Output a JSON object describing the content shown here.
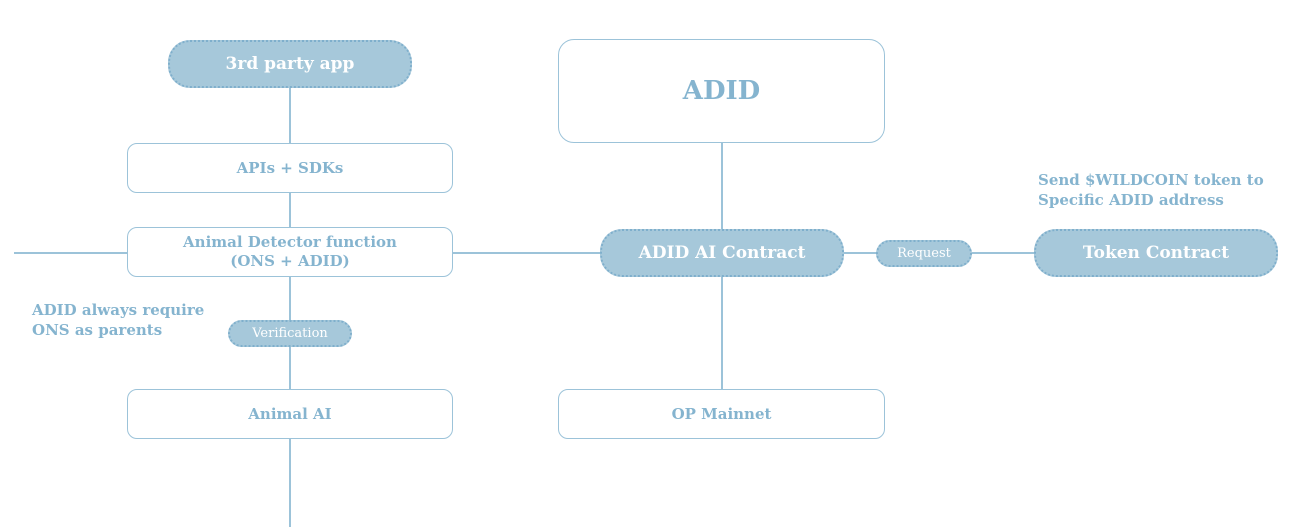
{
  "diagram": {
    "nodes": {
      "third_party_app": "3rd party app",
      "apis_sdks": "APIs + SDKs",
      "animal_detector_line1": "Animal Detector function",
      "animal_detector_line2": "(ONS + ADID)",
      "verification": "Verification",
      "animal_ai": "Animal AI",
      "adid": "ADID",
      "adid_ai_contract": "ADID AI Contract",
      "request": "Request",
      "token_contract": "Token Contract",
      "op_mainnet": "OP Mainnet"
    },
    "notes": {
      "adid_parents_line1": "ADID always require",
      "adid_parents_line2": "ONS as parents",
      "send_token_line1": "Send $WILDCOIN token to",
      "send_token_line2": "Specific ADID address"
    },
    "colors": {
      "line": "#9cc3d9",
      "pill_fill": "#a6c8da",
      "text": "#85b4cf"
    }
  }
}
